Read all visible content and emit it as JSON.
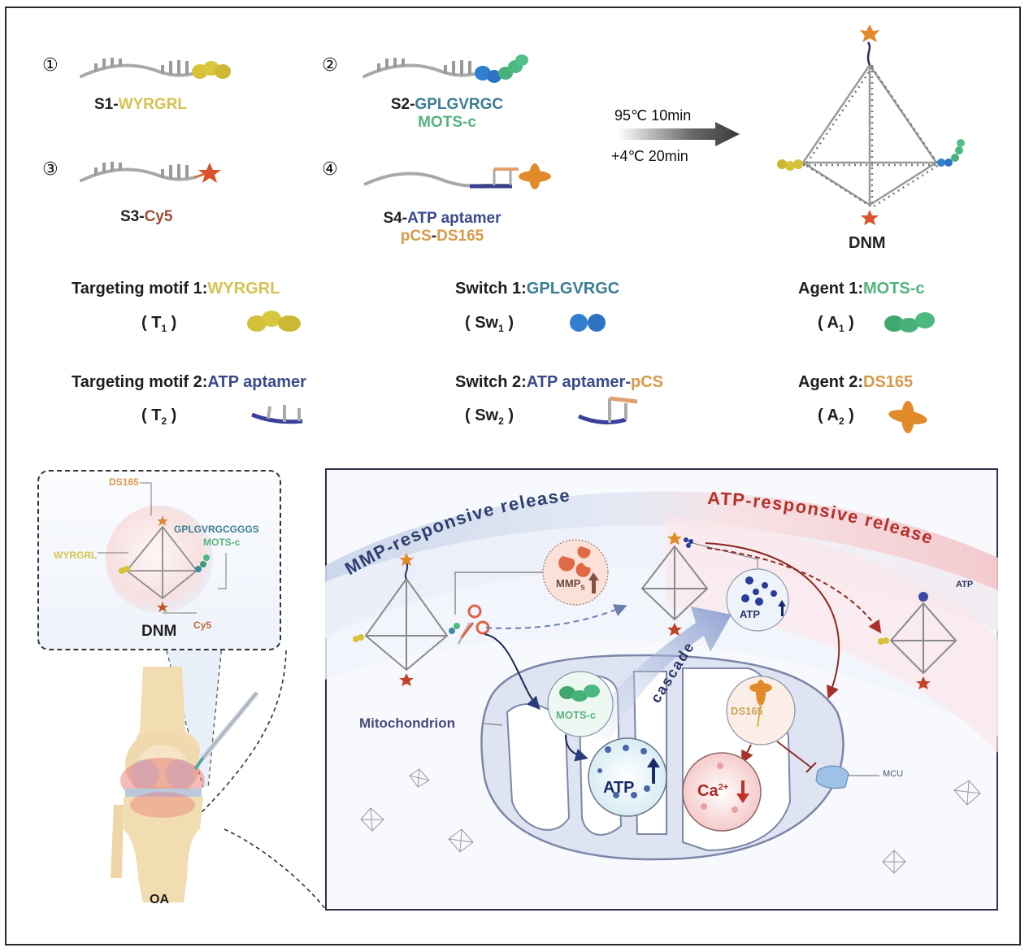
{
  "strands": [
    {
      "num": "①",
      "name": "S1-",
      "tag": "WYRGRL",
      "tag2": ""
    },
    {
      "num": "②",
      "name": "S2-",
      "tag": "GPLGVRGC",
      "tag2": "MOTS-c"
    },
    {
      "num": "③",
      "name": "S3-",
      "tag": "Cy5",
      "tag2": ""
    },
    {
      "num": "④",
      "name": "S4-",
      "tag": "ATP aptamer",
      "tag2_a": "pCS",
      "tag2_sep": "-",
      "tag2_b": "DS165"
    }
  ],
  "assembly": {
    "step1": "95℃ 10min",
    "step2": "+4℃ 20min",
    "product": "DNM"
  },
  "legend": [
    {
      "title": "Targeting motif 1:",
      "value": "WYRGRL",
      "abbr": "T",
      "sub": "1",
      "icon": "yellow-peptide-icon"
    },
    {
      "title": "Switch 1:",
      "value": "GPLGVRGC",
      "abbr": "Sw",
      "sub": "1",
      "icon": "blue-peptide-icon"
    },
    {
      "title": "Agent 1:",
      "value": "MOTS-c",
      "abbr": "A",
      "sub": "1",
      "icon": "green-peptide-icon"
    },
    {
      "title": "Targeting motif 2:",
      "value": "ATP aptamer",
      "abbr": "T",
      "sub": "2",
      "icon": "aptamer-icon"
    },
    {
      "title": "Switch 2:",
      "value": "ATP aptamer-",
      "value2": "pCS",
      "abbr": "Sw",
      "sub": "2",
      "icon": "aptamer-pcs-icon"
    },
    {
      "title": "Agent 2:",
      "value": "DS165",
      "abbr": "A",
      "sub": "2",
      "icon": "ds165-icon"
    }
  ],
  "inset": {
    "ds165": "DS165",
    "switch_seq": "GPLGVRGCGGGS",
    "agent": "MOTS-c",
    "targeting": "WYRGRL",
    "dye": "Cy5",
    "title": "DNM"
  },
  "knee": {
    "label": "OA"
  },
  "mechanism": {
    "mmp_banner": "MMP-responsive release",
    "atp_banner": "ATP-responsive release",
    "mmp_bubble": "MMP",
    "mmp_sub": "S",
    "atp_bubble": "ATP",
    "atp_free_label": "ATP",
    "mitochondrion_label": "Mitochondrion",
    "mots_bubble": "MOTS-c",
    "atp_inner": "ATP",
    "cascade": "cascade",
    "ds165_bubble": "DS165",
    "ca_bubble": "Ca",
    "ca_sup": "2+",
    "mcu_label": "MCU"
  },
  "colors": {
    "yellow": "#d6c352",
    "teal": "#3b7e93",
    "green": "#55b37f",
    "brown": "#9a4e3a",
    "navy": "#3a4a8c",
    "orange": "#d79a4a",
    "red": "#b3312b",
    "mmp_blue": "#2d3f6e"
  }
}
